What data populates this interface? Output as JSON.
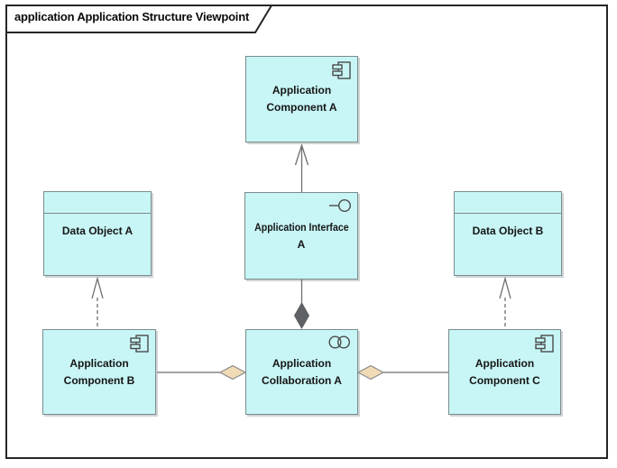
{
  "diagram": {
    "frame_title": "application Application Structure Viewpoint",
    "tool_style": "archimate-diagram-frame"
  },
  "colors": {
    "element_fill": "#C8F5F5",
    "element_border": "#7A8C8E",
    "connector_line": "#6E6E6E",
    "aggregation_diamond_fill": "#F0DBB6",
    "composition_diamond_fill": "#5E6266",
    "frame_border": "#262626",
    "text": "#161616"
  },
  "nodes": [
    {
      "id": "application-component-a",
      "label": "Application Component A",
      "lines": [
        "Application",
        "Component A"
      ],
      "icon": "uml-component-icon"
    },
    {
      "id": "data-object-a",
      "label": "Data Object A",
      "lines": [
        "Data Object A"
      ],
      "icon": "data-object-header-band"
    },
    {
      "id": "application-interface-a",
      "label": "Application Interface A",
      "lines": [
        "Application Interface",
        "A"
      ],
      "icon": "interface-lollipop-icon"
    },
    {
      "id": "data-object-b",
      "label": "Data Object B",
      "lines": [
        "Data Object B"
      ],
      "icon": "data-object-header-band"
    },
    {
      "id": "application-component-b",
      "label": "Application Component B",
      "lines": [
        "Application",
        "Component B"
      ],
      "icon": "uml-component-icon"
    },
    {
      "id": "application-collaboration-a",
      "label": "Application Collaboration A",
      "lines": [
        "Application",
        "Collaboration A"
      ],
      "icon": "collaboration-circles-icon"
    },
    {
      "id": "application-component-c",
      "label": "Application Component C",
      "lines": [
        "Application",
        "Component C"
      ],
      "icon": "uml-component-icon"
    }
  ],
  "connectors": [
    {
      "type": "serving-arrow",
      "from": "application-interface-a",
      "to": "application-component-a",
      "style": "solid line, open arrowhead up"
    },
    {
      "type": "composition",
      "from": "application-collaboration-a",
      "to": "application-interface-a",
      "style": "solid line, filled dark diamond at collaboration end"
    },
    {
      "type": "access",
      "from": "application-component-b",
      "to": "data-object-a",
      "style": "dashed line, open arrowhead up"
    },
    {
      "type": "access",
      "from": "application-component-c",
      "to": "data-object-b",
      "style": "dashed line, open arrowhead up"
    },
    {
      "type": "aggregation",
      "from": "application-collaboration-a",
      "to": "application-component-b",
      "style": "solid line, tan diamond at collaboration end"
    },
    {
      "type": "aggregation",
      "from": "application-collaboration-a",
      "to": "application-component-c",
      "style": "solid line, tan diamond at collaboration end"
    }
  ]
}
